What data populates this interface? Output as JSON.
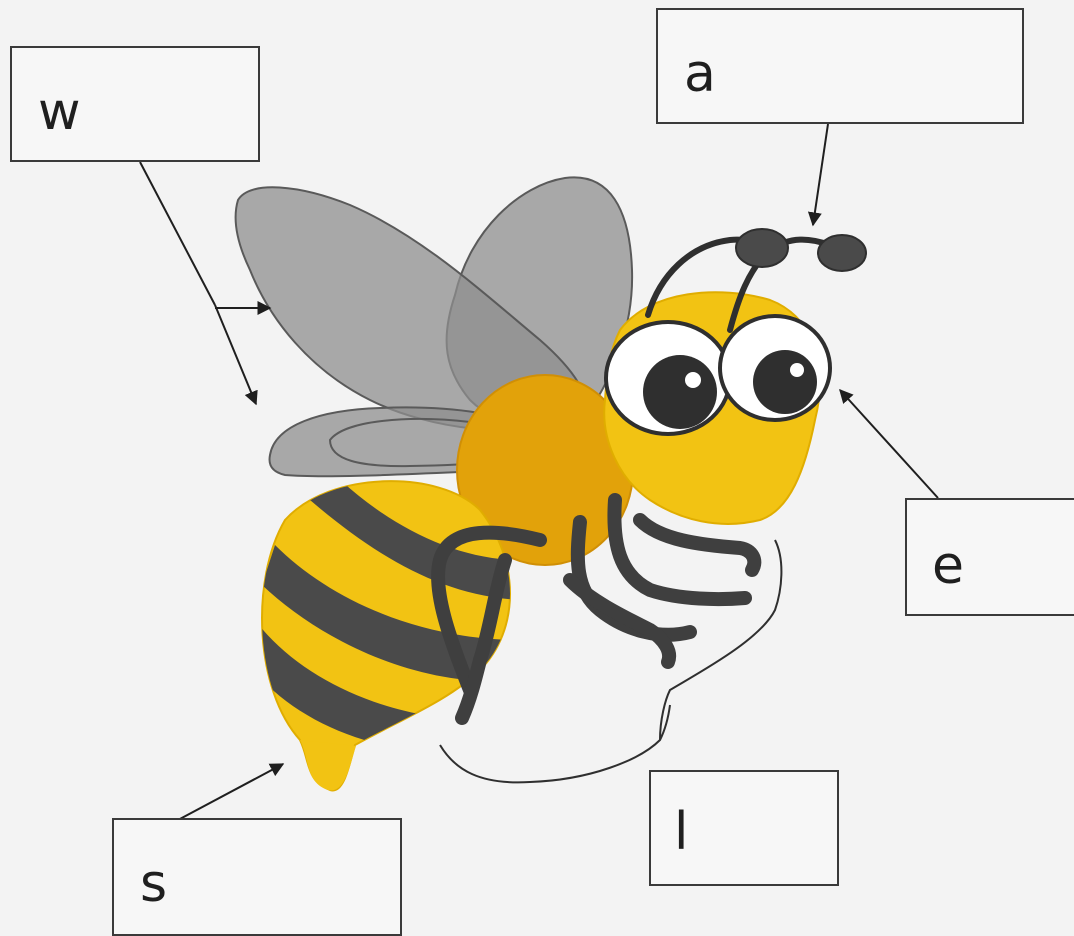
{
  "labels": {
    "wings": "w",
    "antenna": "a",
    "eyes": "e",
    "legs": "l",
    "stinger": "s"
  },
  "colors": {
    "background": "#f3f3f3",
    "body_yellow": "#f2c313",
    "thorax_orange": "#e2a20a",
    "stripe_dark": "#4a4a4a",
    "wing_grey": "#8f8f8f",
    "outline": "#2f2f2f"
  }
}
